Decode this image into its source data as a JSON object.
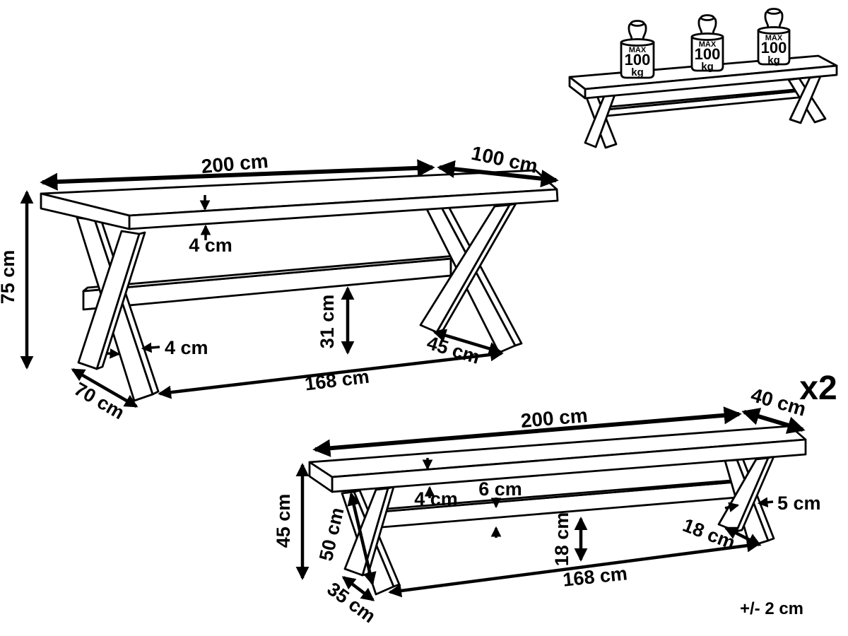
{
  "capacity_illustration": {
    "weight_max_label": "MAX",
    "weight_value": "100",
    "weight_unit": "kg"
  },
  "table_diagram": {
    "length": "200 cm",
    "depth": "100 cm",
    "height": "75 cm",
    "top_thickness": "4 cm",
    "stretcher_height": "31 cm",
    "leg_thickness": "4 cm",
    "foot_length": "45 cm",
    "base_depth": "70 cm",
    "base_span": "168 cm"
  },
  "bench_diagram": {
    "quantity": "x2",
    "length": "200 cm",
    "depth": "40 cm",
    "height": "45 cm",
    "leg_length": "50 cm",
    "seat_thickness": "4 cm",
    "stretcher_thickness": "6 cm",
    "ground_clearance": "18 cm",
    "leg_thickness": "5 cm",
    "foot_span": "18 cm",
    "base_depth": "35 cm",
    "base_span": "168 cm"
  },
  "footer": {
    "tolerance_note": "+/- 2 cm"
  }
}
